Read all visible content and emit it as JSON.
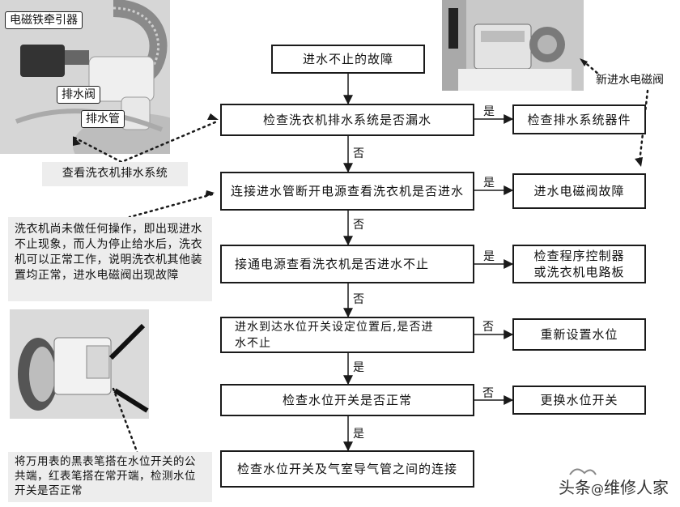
{
  "nodes": {
    "start": "进水不止的故障",
    "check_drain": "检查洗衣机排水系统是否漏水",
    "check_drain_parts": "检查排水系统器件",
    "disconnect": "连接进水管断开电源查看洗衣机是否进水",
    "valve_fault": "进水电磁阀故障",
    "power_on": "接通电源查看洗衣机是否进水不止",
    "check_controller": "检查程序控制器\n或洗衣机电路板",
    "water_level_q": "进水到达水位开关设定位置后,是否进\n水不止",
    "reset_level": "重新设置水位",
    "check_switch": "检查水位开关是否正常",
    "replace_switch": "更换水位开关",
    "check_connection": "检查水位开关及气室导气管之间的连接"
  },
  "edge_labels": {
    "yes": "是",
    "no": "否"
  },
  "annotations": {
    "photo1_tag_solenoid": "电磁铁牵引器",
    "photo1_tag_drain_valve": "排水阀",
    "photo1_tag_drain_pipe": "排水管",
    "photo1_caption": "查看洗衣机排水系统",
    "photo2_caption": "新进水电磁阀",
    "note_valve": "洗衣机尚未做任何操作，即出现进水不止现象，而人为停止给水后，洗衣机可以正常工作，说明洗衣机其他装置均正常，进水电磁阀出现故障",
    "note_meter": "将万用表的黑表笔搭在水位开关的公共端，红表笔搭在常开端，检测水位开关是否正常"
  },
  "watermark": {
    "prefix": "头条",
    "at": "@",
    "name": "维修人家"
  },
  "colors": {
    "line": "#1a1a1a",
    "note_bg": "#ededed"
  }
}
